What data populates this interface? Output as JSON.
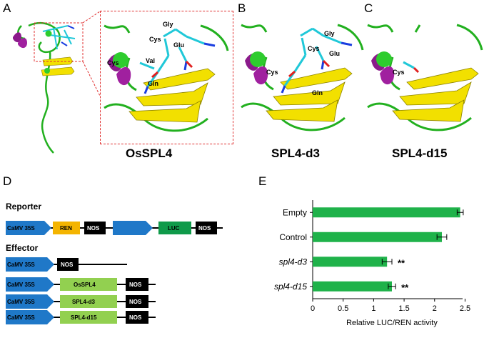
{
  "panels": {
    "A": {
      "letter": "A",
      "title": "OsSPL4",
      "residues": [
        "Gly",
        "Cys",
        "Glu",
        "Cys",
        "Val",
        "Gln"
      ]
    },
    "B": {
      "letter": "B",
      "title": "SPL4-d3",
      "residues": [
        "Gly",
        "Cys",
        "Glu",
        "Cys",
        "Gln"
      ]
    },
    "C": {
      "letter": "C",
      "title": "SPL4-d15",
      "residues": [
        "Cys"
      ]
    },
    "D": {
      "letter": "D",
      "reporter_title": "Reporter",
      "effector_title": "Effector",
      "reporter_boxes": [
        "CaMV 35S",
        "REN",
        "NOS",
        "LUC",
        "NOS"
      ],
      "effectors": [
        [
          "CaMV 35S",
          "NOS"
        ],
        [
          "CaMV 35S",
          "OsSPL4",
          "NOS"
        ],
        [
          "CaMV 35S",
          "SPL4-d3",
          "NOS"
        ],
        [
          "CaMV 35S",
          "SPL4-d15",
          "NOS"
        ]
      ],
      "colors": {
        "promoter": "#1f78c8",
        "ren": "#f4b400",
        "nos": "#000000",
        "luc": "#0f9a4a",
        "gene": "#92d050"
      }
    },
    "E": {
      "letter": "E"
    }
  },
  "chart_data": {
    "type": "bar",
    "orientation": "horizontal",
    "categories": [
      "Empty",
      "Control",
      "spl4-d3",
      "spl4-d15"
    ],
    "values": [
      2.42,
      2.12,
      1.22,
      1.3
    ],
    "errors": [
      0.05,
      0.08,
      0.08,
      0.06
    ],
    "significance": [
      "",
      "",
      "**",
      "**"
    ],
    "italic_categories": [
      "spl4-d3",
      "spl4-d15"
    ],
    "xlabel": "Relative LUC/REN activity",
    "xlim": [
      0,
      2.6
    ],
    "xticks": [
      "0",
      "0.5",
      "1",
      "1.5",
      "2",
      "2.5"
    ],
    "xtick_values": [
      0,
      0.5,
      1,
      1.5,
      2,
      2.5
    ],
    "bar_color": "#1fb24a",
    "grid": false
  }
}
